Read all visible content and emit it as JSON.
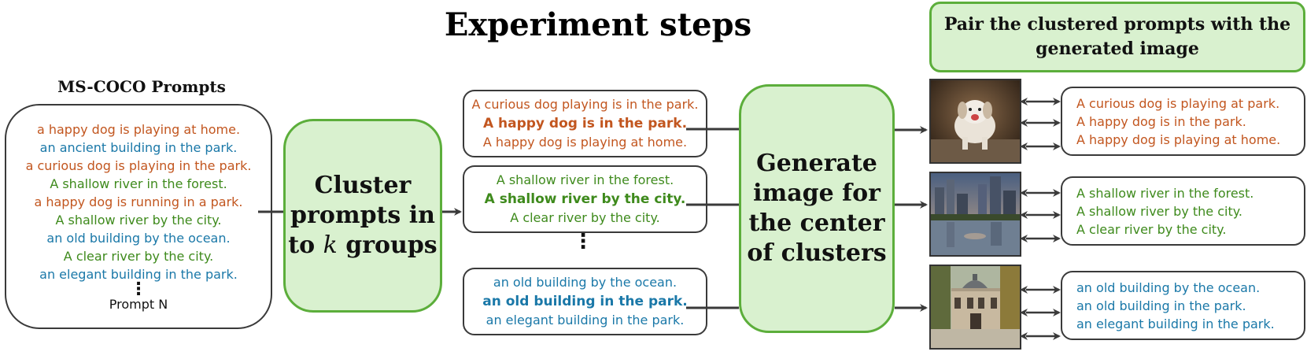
{
  "title": "Experiment steps",
  "pair_header": "Pair the clustered prompts with the generated image",
  "mscoco_label": "MS-COCO Prompts",
  "prompt_list": [
    {
      "text": "a happy dog is playing at home.",
      "color": "#c2561f"
    },
    {
      "text": "an ancient building in the park.",
      "color": "#1a78a8"
    },
    {
      "text": "a curious dog is playing in the park.",
      "color": "#c2561f"
    },
    {
      "text": "A shallow river in the forest.",
      "color": "#3e8a1c"
    },
    {
      "text": "a happy dog is running in a park.",
      "color": "#c2561f"
    },
    {
      "text": "A shallow river by the city.",
      "color": "#3e8a1c"
    },
    {
      "text": "an old building by the ocean.",
      "color": "#1a78a8"
    },
    {
      "text": "A clear river by the city.",
      "color": "#3e8a1c"
    },
    {
      "text": "an elegant building in the park.",
      "color": "#1a78a8"
    }
  ],
  "prompt_dots": "⋮",
  "prompt_last": "Prompt N",
  "cluster_step": {
    "line1": "Cluster",
    "line2": "prompts in",
    "line3_prefix": "to ",
    "line3_var": "k",
    "line3_suffix": " groups"
  },
  "generate_step": {
    "line1": "Generate",
    "line2": "image for",
    "line3": "the center",
    "line4": "of clusters"
  },
  "clusters": [
    {
      "lines": [
        "A curious dog playing is in the park.",
        "A happy dog is in the park.",
        "A happy dog is playing at home."
      ]
    },
    {
      "lines": [
        "A shallow river in the forest.",
        "A shallow river by the city.",
        "A clear river by the city."
      ]
    },
    {
      "lines": [
        "an old building by the ocean.",
        "an old building in the park.",
        "an elegant building in the park."
      ]
    }
  ],
  "cluster_dots": "⋮",
  "pairs": [
    {
      "lines": [
        "A curious dog is playing at park.",
        "A happy dog is in the park.",
        "A happy dog is playing at home."
      ]
    },
    {
      "lines": [
        "A shallow river in the forest.",
        "A shallow river by the city.",
        "A clear river by the city."
      ]
    },
    {
      "lines": [
        "an old building by the ocean.",
        "an old building in the park.",
        "an elegant building in the park."
      ]
    }
  ],
  "images": [
    {
      "icon": "dog-running-image"
    },
    {
      "icon": "city-river-image"
    },
    {
      "icon": "old-building-image"
    }
  ]
}
